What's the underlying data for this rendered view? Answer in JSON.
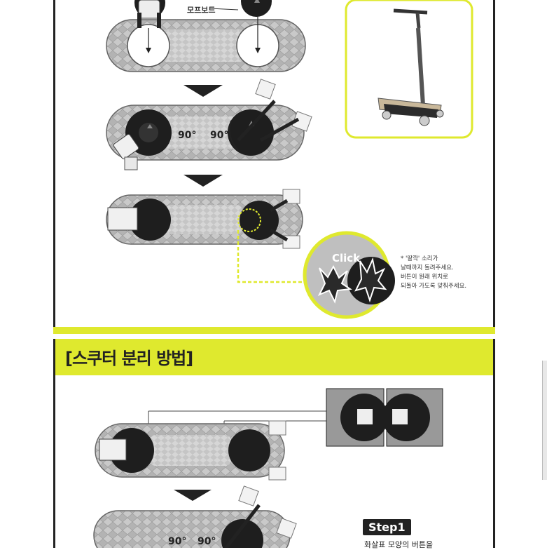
{
  "top": {
    "board_label": "모프보드",
    "click_label": "Click",
    "angle_label": "90°",
    "note_lines": [
      "* '딸깍' 소리가",
      "날때까지 돌려주세요.",
      "버튼이 원래 위치로",
      "되돌아 가도록 맞춰주세요."
    ]
  },
  "section": {
    "title": "[스쿠터 분리 방법]"
  },
  "bottom": {
    "angle_label": "90°",
    "step_label": "Step1",
    "step_desc": "화살표 모양의 버튼을"
  },
  "colors": {
    "accent": "#dfe92e",
    "dark": "#222222"
  }
}
